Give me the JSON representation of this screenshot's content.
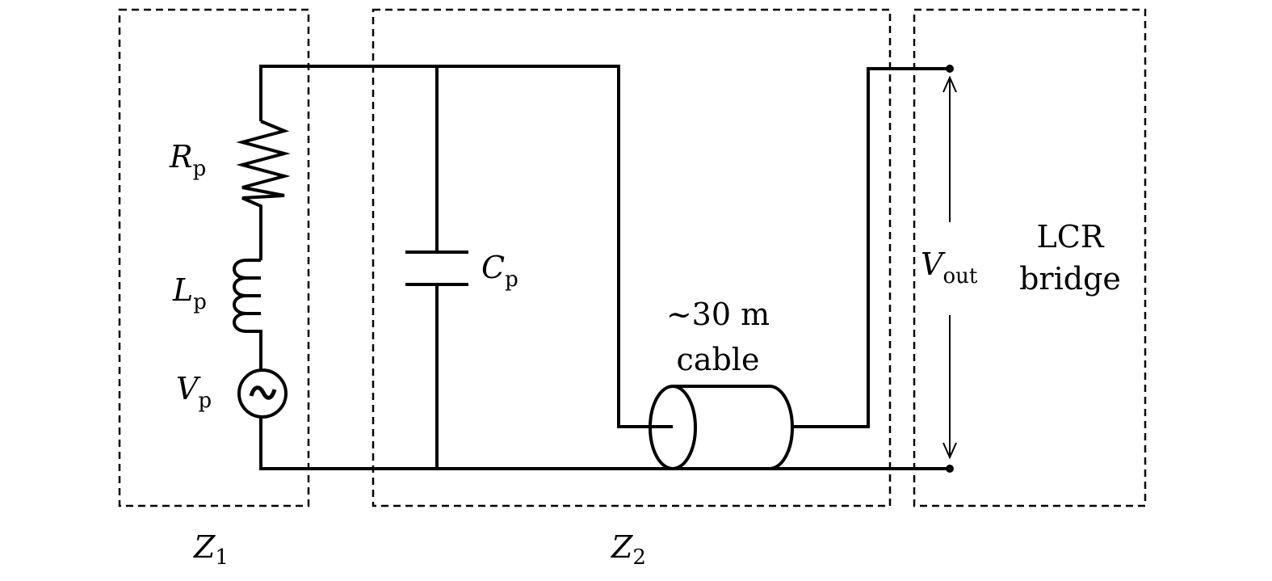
{
  "diagram": {
    "type": "circuit",
    "labels": {
      "resistor": {
        "main": "R",
        "sub": "p"
      },
      "inductor": {
        "main": "L",
        "sub": "p"
      },
      "source": {
        "main": "V",
        "sub": "p"
      },
      "capacitor": {
        "main": "C",
        "sub": "p"
      },
      "output": {
        "main": "V",
        "sub": "out"
      },
      "cable_line1": "~30 m",
      "cable_line2": "cable",
      "lcr_line1": "LCR",
      "lcr_line2": "bridge",
      "z1": {
        "main": "Z",
        "sub": "1"
      },
      "z2": {
        "main": "Z",
        "sub": "2"
      }
    },
    "colors": {
      "line": "#000000",
      "background": "#ffffff"
    }
  }
}
